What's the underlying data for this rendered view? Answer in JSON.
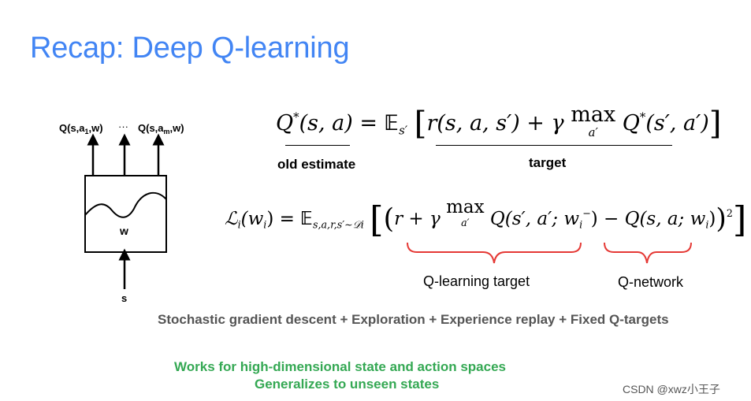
{
  "slide": {
    "title": "Recap: Deep Q-learning"
  },
  "diagram": {
    "output_first": "Q(s,a",
    "output_first_sub": "1",
    "output_first_w": ",w)",
    "ellipsis": "···",
    "output_last": "Q(s,a",
    "output_last_sub": "m",
    "output_last_w": ",w)",
    "network_label": "w",
    "input_label": "s"
  },
  "equation1": {
    "lhs": "Q",
    "lhs_sup": "*",
    "lhs_args": "(s, a)",
    "equals": "=",
    "expect": "𝔼",
    "expect_sub": "s′",
    "r": "r(s, a, s′) + γ",
    "max": "max",
    "max_sub": "a′",
    "q": "Q",
    "q_sup": "*",
    "q_args": "(s′, a′)"
  },
  "equation2": {
    "loss": "ℒ",
    "loss_sub": "i",
    "loss_args": "(w",
    "loss_args_sub": "i",
    "loss_args_close": ")",
    "equals": "=",
    "expect": "𝔼",
    "expect_sub": "s,a,r,s′∼𝒟",
    "expect_sub_i": "i",
    "target": "r + γ",
    "max": "max",
    "max_sub": "a′",
    "target_q": "Q(s′, a′; w",
    "target_q_sub": "i",
    "target_q_sup": "−",
    "target_q_close": ")",
    "minus": "−",
    "net_q": "Q(s, a; w",
    "net_q_sub": "i",
    "net_q_close": ")",
    "power": "2"
  },
  "labels": {
    "old_estimate": "old estimate",
    "target": "target",
    "q_learning_target": "Q-learning target",
    "q_network": "Q-network",
    "techniques": "Stochastic gradient descent + Exploration + Experience replay + Fixed Q-targets",
    "benefit_1": "Works for high-dimensional state and action spaces",
    "benefit_2": "Generalizes to unseen states"
  },
  "watermark": "CSDN @xwz小王子",
  "colors": {
    "title": "#4285f4",
    "brace": "#e53935",
    "gray_text": "#555555",
    "green_text": "#34a853"
  }
}
